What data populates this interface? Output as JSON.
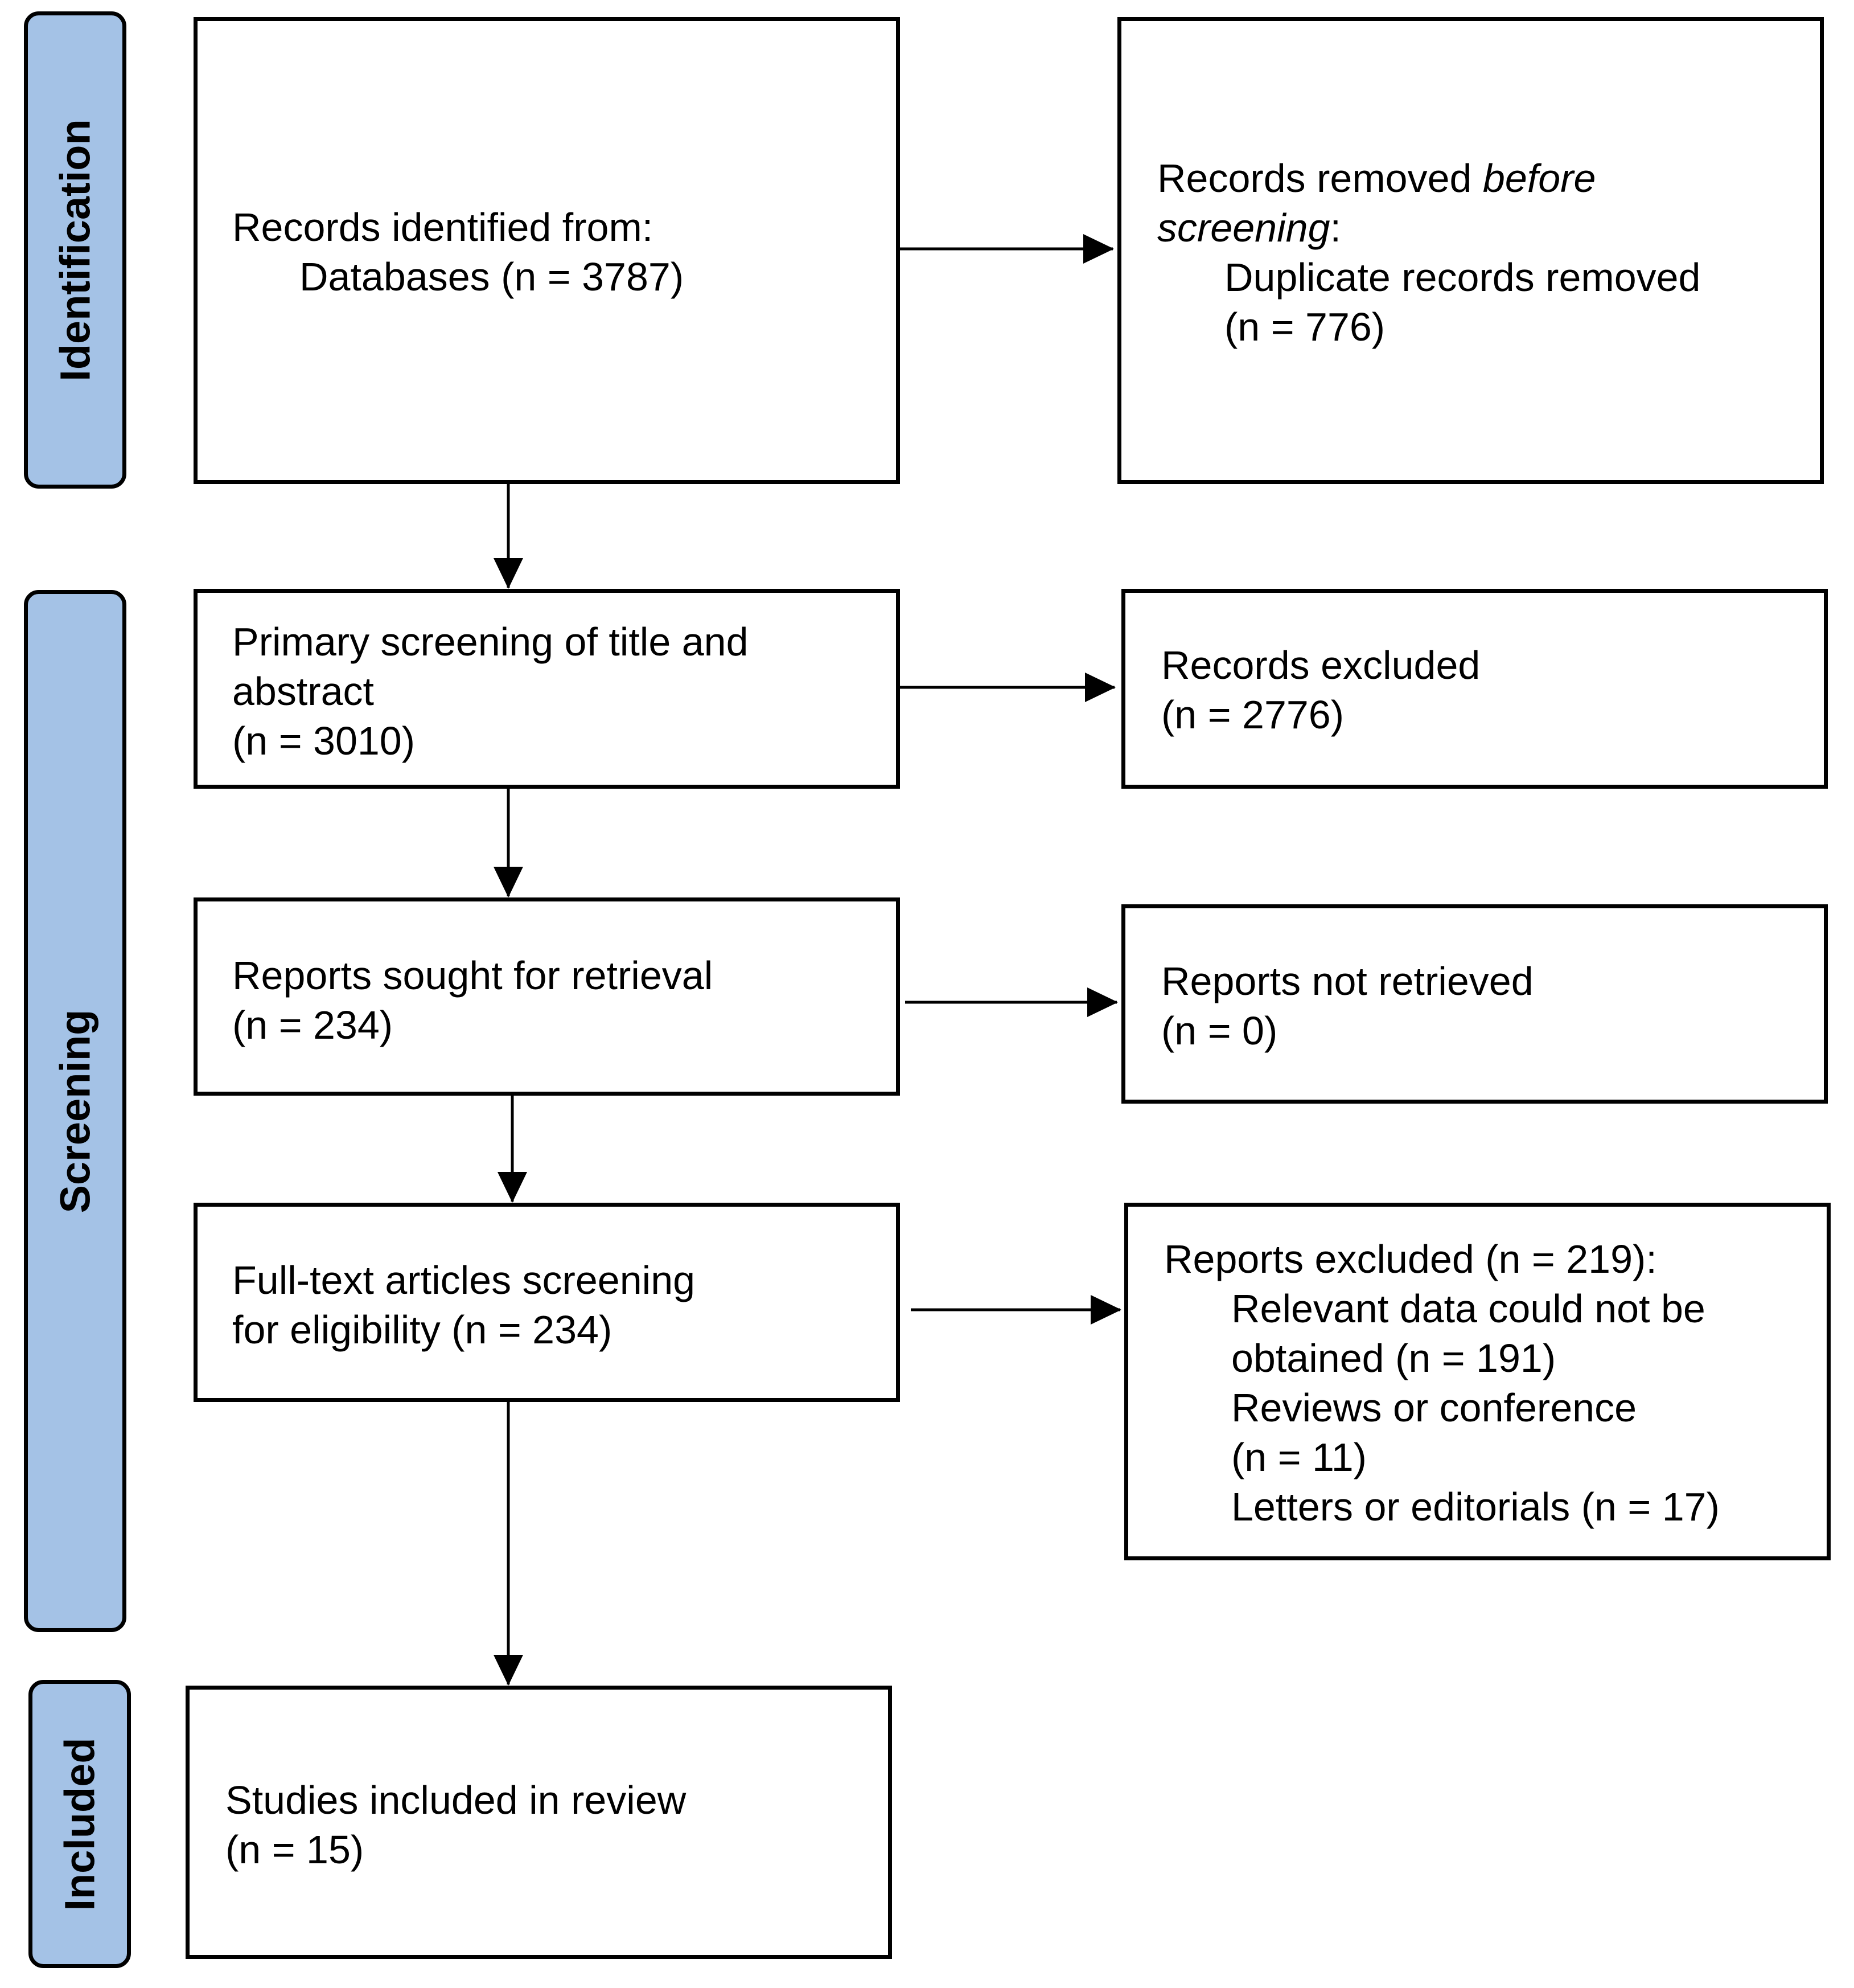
{
  "phases": [
    {
      "label": "Identification"
    },
    {
      "label": "Screening"
    },
    {
      "label": "Included"
    }
  ],
  "identification": {
    "records_identified": {
      "line1": "Records identified from:",
      "line2": "Databases (n = 3787)"
    },
    "records_removed": {
      "line1_prefix": "Records removed ",
      "line1_em": "before",
      "line2_em": "screening",
      "line2_suffix": ":",
      "line3": "Duplicate records removed",
      "line4": "(n = 776)"
    }
  },
  "screening": {
    "primary": {
      "line1": "Primary screening of title and",
      "line2": "abstract",
      "line3": "(n = 3010)"
    },
    "records_excluded": {
      "line1": "Records excluded",
      "line2": "(n = 2776)"
    },
    "sought": {
      "line1": "Reports sought for retrieval",
      "line2": "(n = 234)"
    },
    "not_retrieved": {
      "line1": "Reports not retrieved",
      "line2": "(n = 0)"
    },
    "fulltext": {
      "line1": "Full-text articles screening",
      "line2": "for eligibility (n = 234)"
    },
    "reports_excluded": {
      "line1": "Reports excluded (n = 219):",
      "line2": "Relevant data could not be",
      "line3": "obtained (n = 191)",
      "line4": "Reviews or conference",
      "line5": "(n = 11)",
      "line6": "Letters or editorials (n = 17)"
    }
  },
  "included": {
    "studies": {
      "line1": "Studies included in review",
      "line2": "(n = 15)"
    }
  },
  "colors": {
    "phase_fill": "#a4c2e6",
    "stroke": "#000000"
  }
}
